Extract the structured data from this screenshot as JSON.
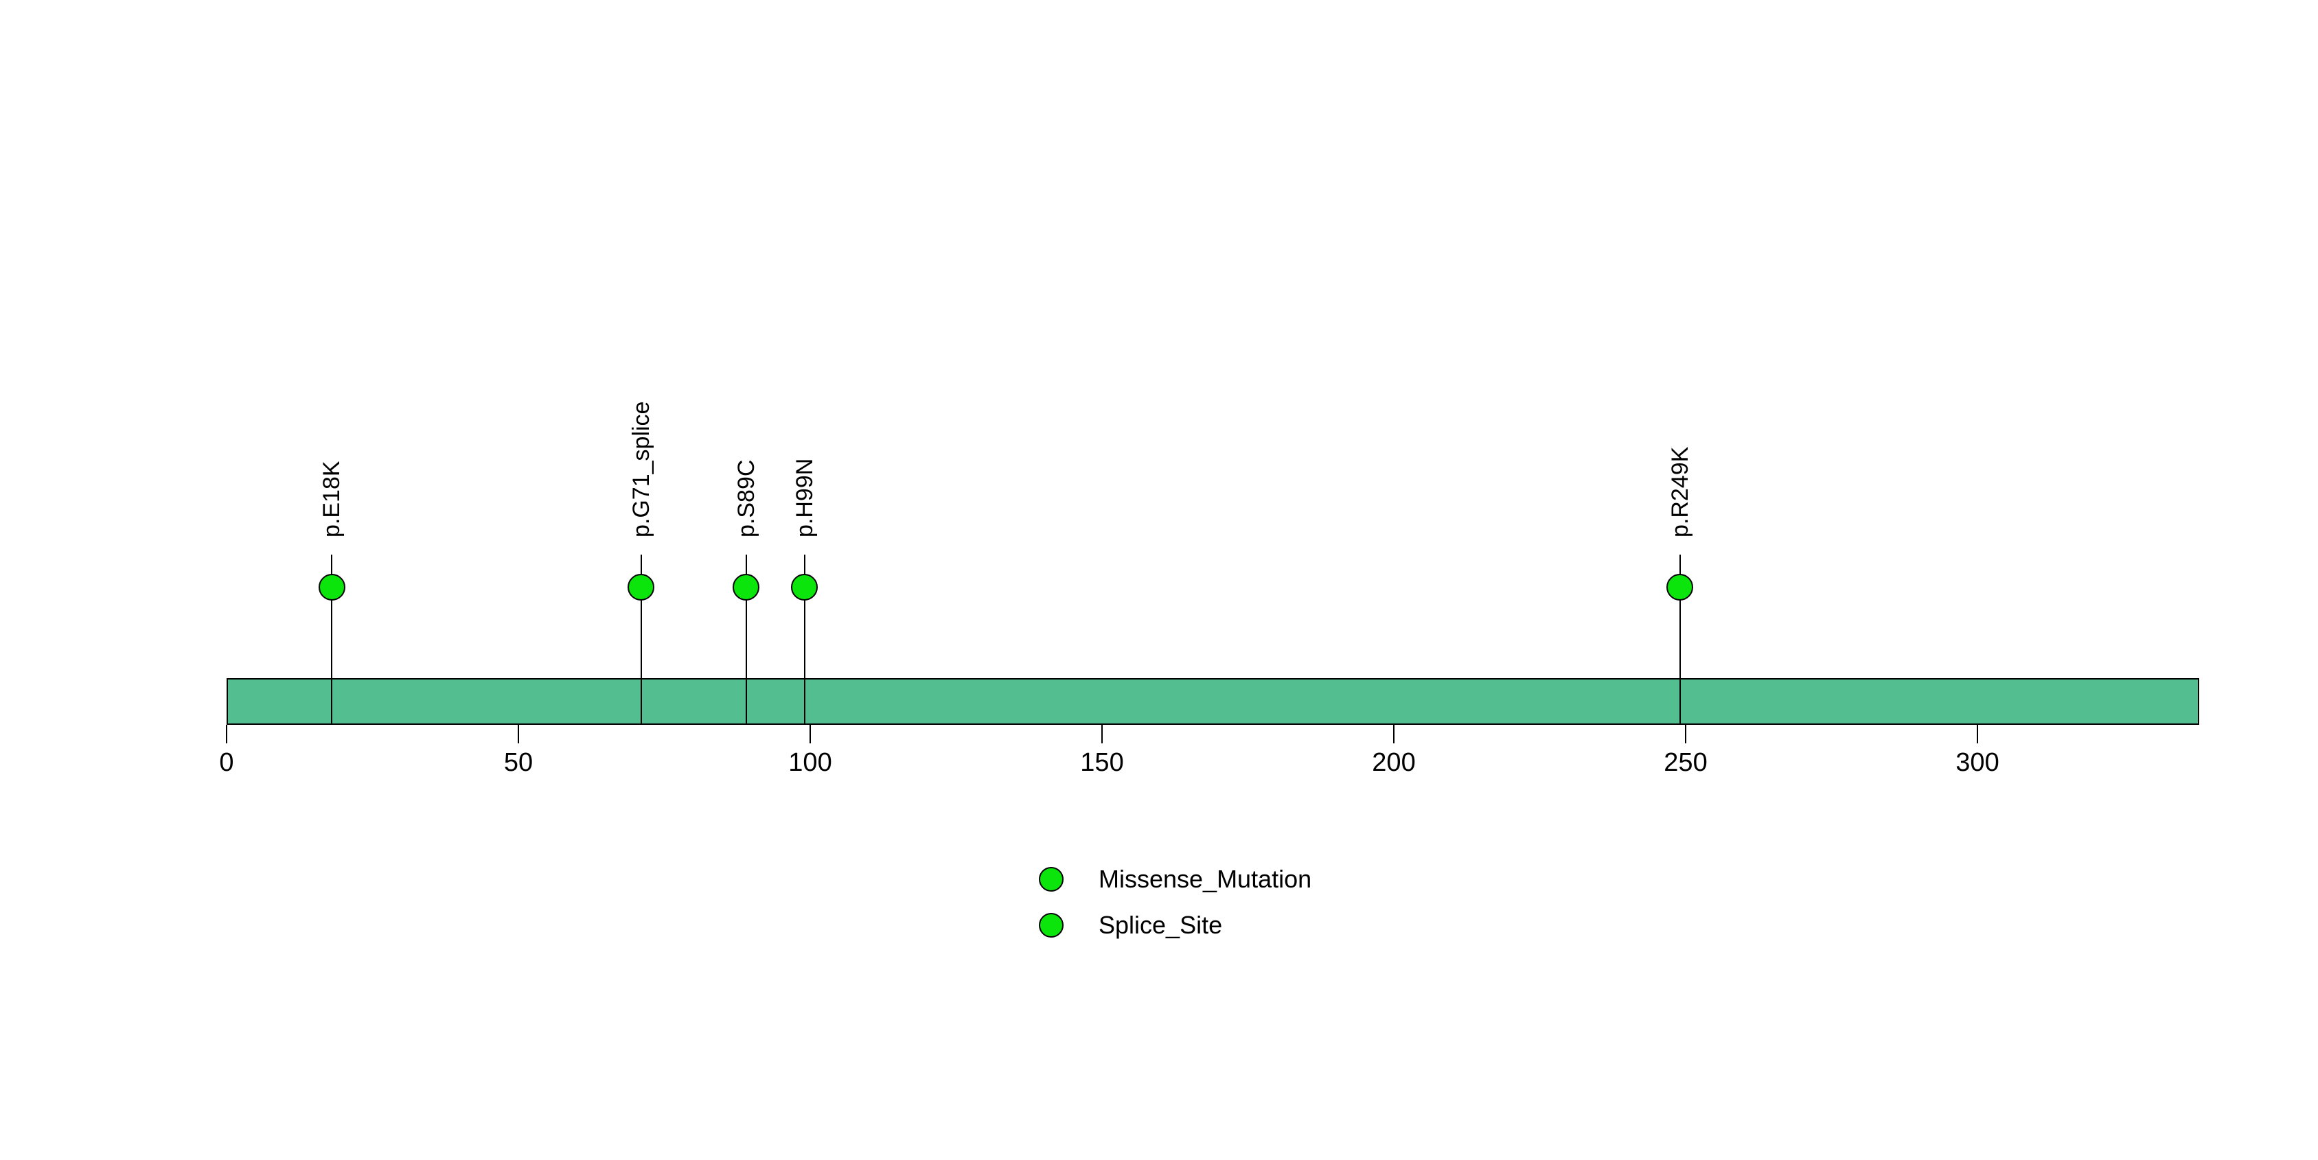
{
  "chart_data": {
    "type": "lollipop",
    "title": "",
    "background_color": "#ffffff",
    "protein_backbone": {
      "length_aa": 338,
      "fill_color": "#53be8f",
      "border_color": "#000000"
    },
    "marker": {
      "fill_color": "#0be50b",
      "border_color": "#000000"
    },
    "axis": {
      "domain": [
        0,
        338
      ],
      "ticks": [
        0,
        50,
        100,
        150,
        200,
        250,
        300
      ],
      "tick_labels": [
        "0",
        "50",
        "100",
        "150",
        "200",
        "250",
        "300"
      ],
      "grid": false
    },
    "mutations": [
      {
        "label": "p.E18K",
        "position": 18,
        "type": "Missense_Mutation"
      },
      {
        "label": "p.G71_splice",
        "position": 71,
        "type": "Splice_Site"
      },
      {
        "label": "p.S89C",
        "position": 89,
        "type": "Missense_Mutation"
      },
      {
        "label": "p.H99N",
        "position": 99,
        "type": "Missense_Mutation"
      },
      {
        "label": "p.R249K",
        "position": 249,
        "type": "Missense_Mutation"
      }
    ],
    "legend": {
      "position": "bottom-center",
      "entries": [
        {
          "label": "Missense_Mutation",
          "color": "#0be50b"
        },
        {
          "label": "Splice_Site",
          "color": "#0be50b"
        }
      ]
    }
  }
}
